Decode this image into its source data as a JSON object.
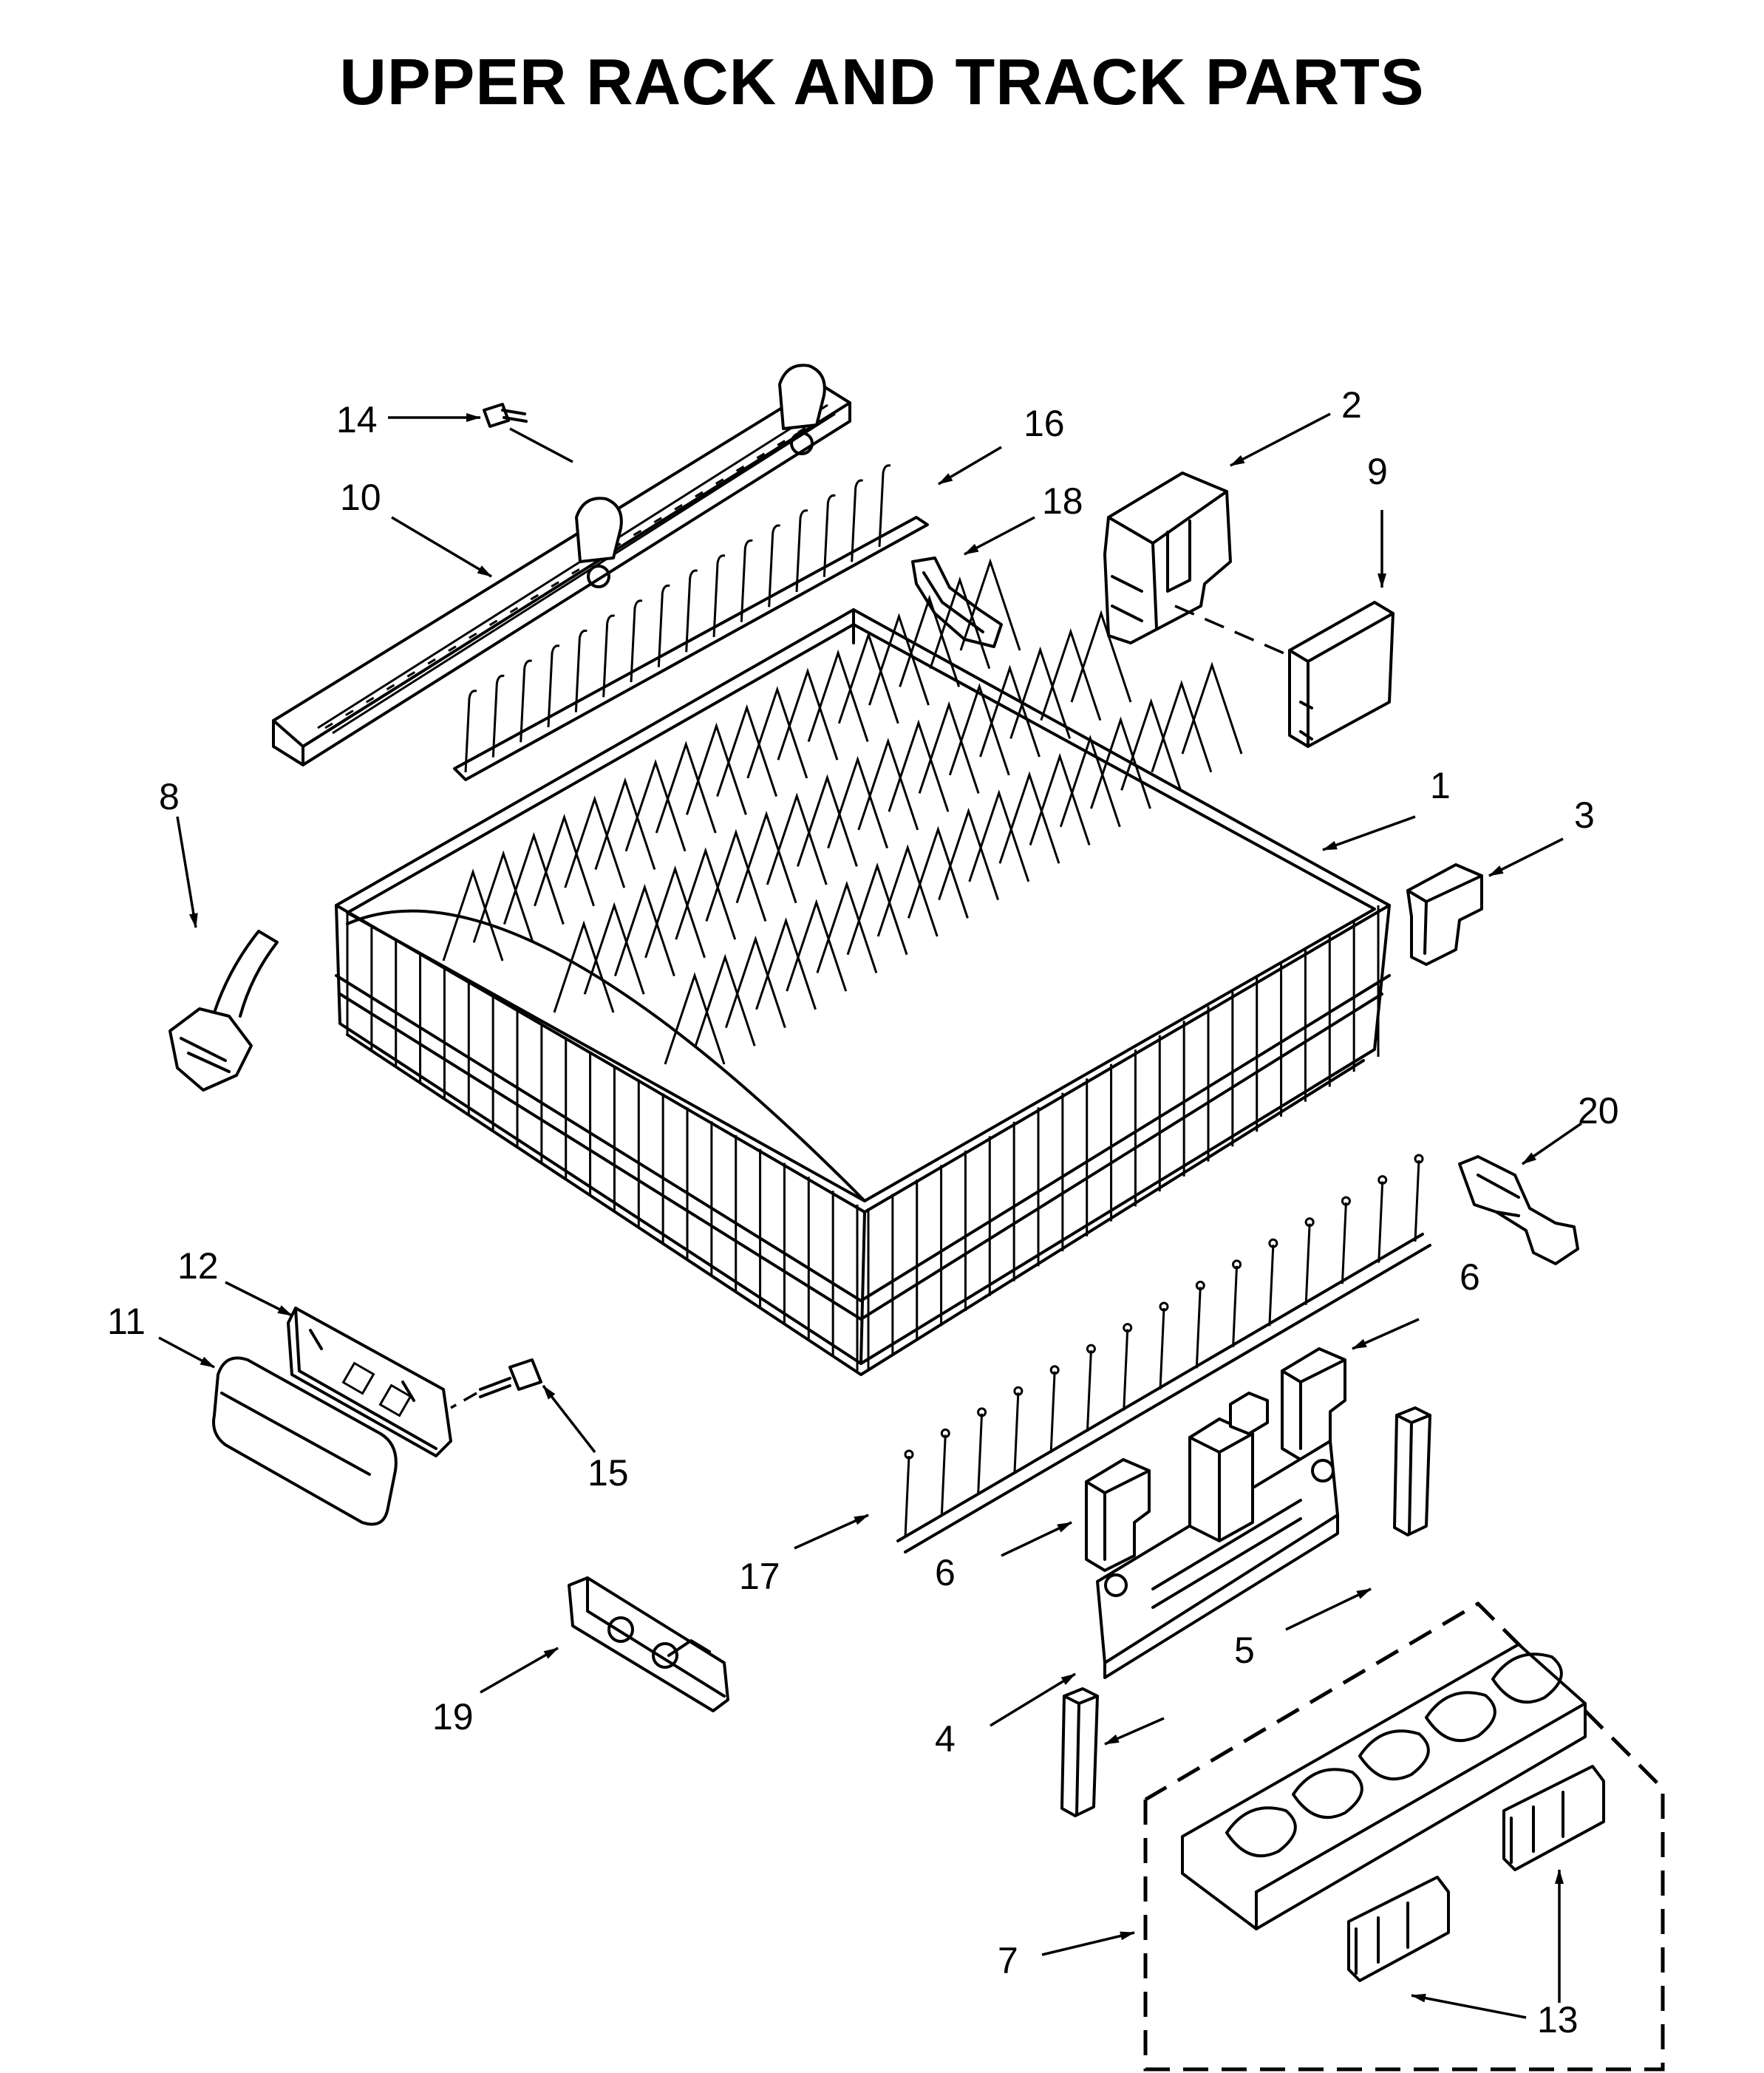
{
  "title": "UPPER RACK AND TRACK PARTS",
  "callouts": [
    {
      "id": "c1",
      "label": "1"
    },
    {
      "id": "c2",
      "label": "2"
    },
    {
      "id": "c3",
      "label": "3"
    },
    {
      "id": "c4",
      "label": "4"
    },
    {
      "id": "c5",
      "label": "5"
    },
    {
      "id": "c6a",
      "label": "6"
    },
    {
      "id": "c6b",
      "label": "6"
    },
    {
      "id": "c7",
      "label": "7"
    },
    {
      "id": "c8",
      "label": "8"
    },
    {
      "id": "c9",
      "label": "9"
    },
    {
      "id": "c10",
      "label": "10"
    },
    {
      "id": "c11",
      "label": "11"
    },
    {
      "id": "c12",
      "label": "12"
    },
    {
      "id": "c13",
      "label": "13"
    },
    {
      "id": "c14",
      "label": "14"
    },
    {
      "id": "c15",
      "label": "15"
    },
    {
      "id": "c16",
      "label": "16"
    },
    {
      "id": "c17",
      "label": "17"
    },
    {
      "id": "c18",
      "label": "18"
    },
    {
      "id": "c19",
      "label": "19"
    },
    {
      "id": "c20",
      "label": "20"
    }
  ]
}
